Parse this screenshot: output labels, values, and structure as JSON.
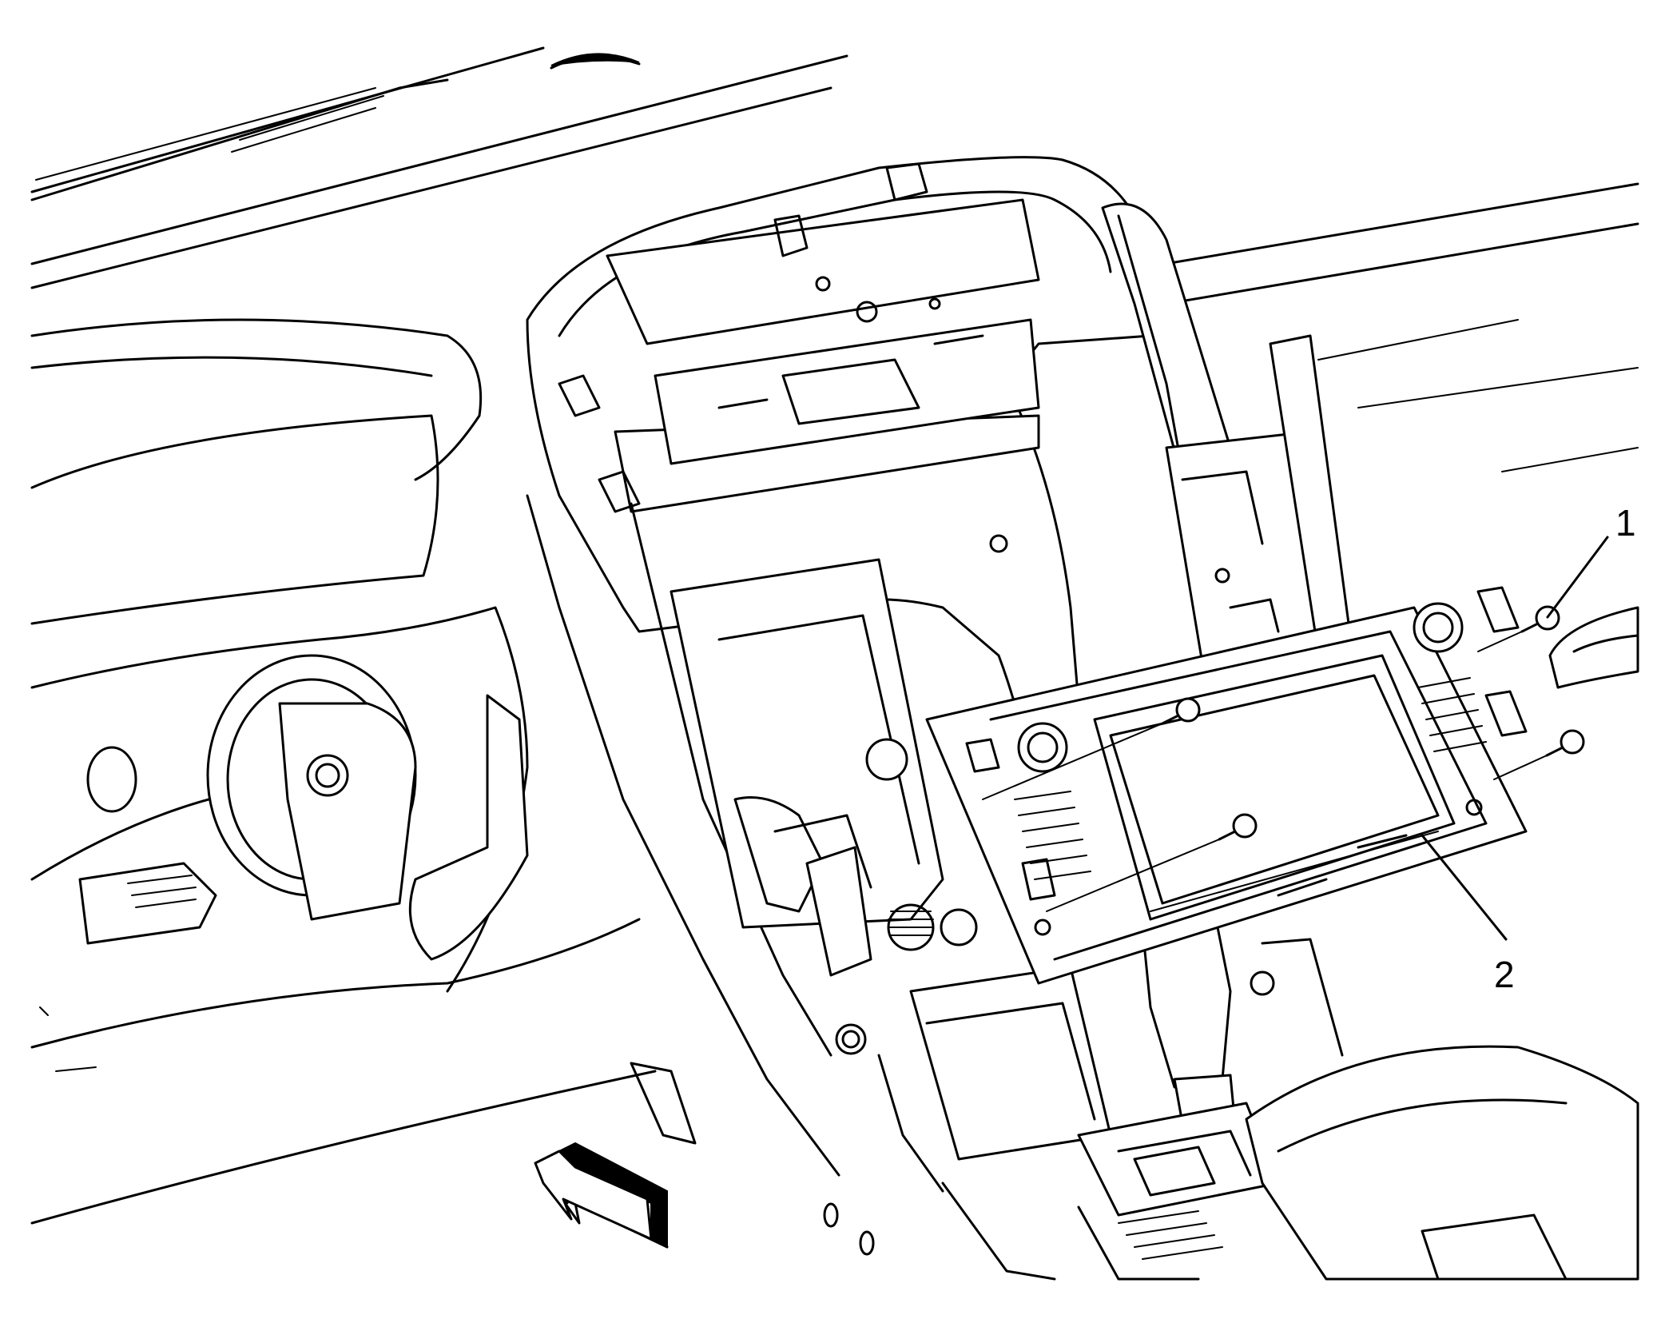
{
  "callouts": [
    {
      "id": "1",
      "label": "1"
    },
    {
      "id": "2",
      "label": "2"
    }
  ],
  "icons": {
    "forward_arrow": "forward-arrow-icon"
  },
  "colors": {
    "line": "#000000",
    "background": "#ffffff"
  }
}
